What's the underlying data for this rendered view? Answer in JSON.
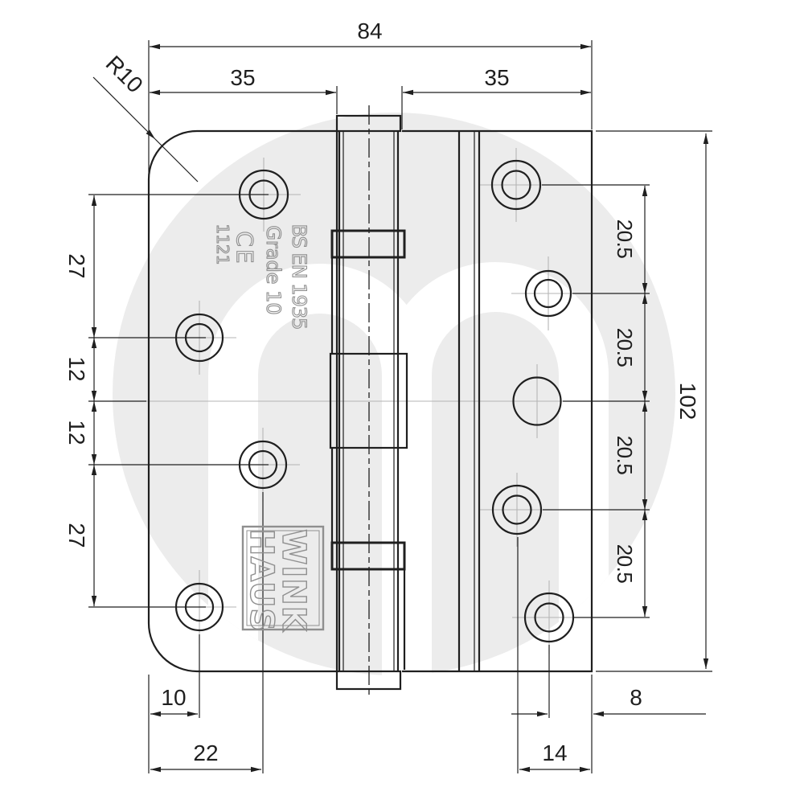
{
  "colors": {
    "line": "#1f1f1f",
    "watermark": "#ececec",
    "stamp": "#8f8f8f",
    "cl": "#b5b5b5"
  },
  "dimensions": {
    "total_width": "84",
    "left_leaf_width": "35",
    "right_leaf_width": "35",
    "corner_radius": "R10",
    "left_hole_spacing": [
      "27",
      "12",
      "12",
      "27"
    ],
    "right_hole_spacing": [
      "20.5",
      "20.5",
      "20.5",
      "20.5"
    ],
    "overall_height": "102",
    "left_edge_to_inner_hole_col": "10",
    "left_edge_to_outer_hole_col": "22",
    "right_hole_col_to_edge": "14",
    "right_edge_margin": "8"
  },
  "markings": {
    "cert_no": "1121",
    "ce_mark": "CE",
    "grade": "Grade 10",
    "standard": "BS EN 1935"
  },
  "logo": {
    "word_top": "WINK",
    "word_bottom": "HAUS"
  }
}
